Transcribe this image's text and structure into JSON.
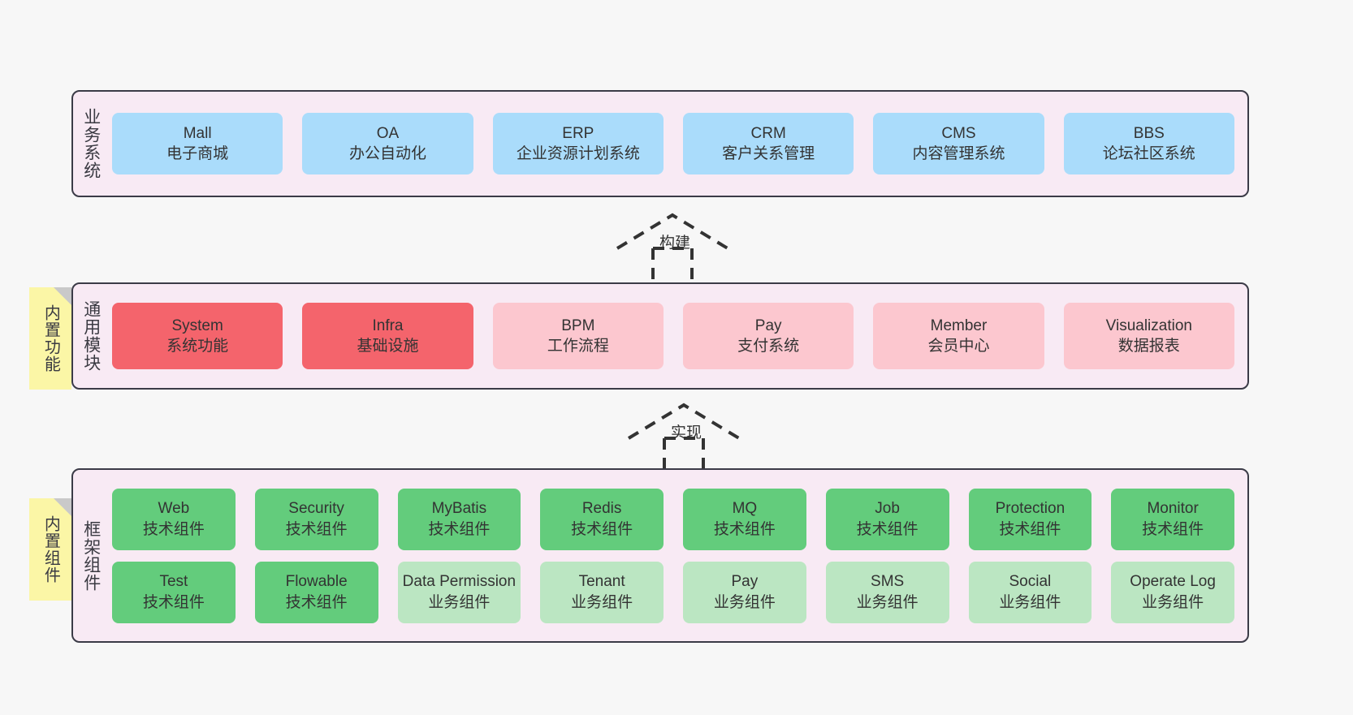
{
  "diagram": {
    "background": "#f7f7f7",
    "colors": {
      "band_fill": "#f8eaf4",
      "band_border": "#3b3b47",
      "business": "#aadcfb",
      "module_core": "#f4646c",
      "module_optional": "#fcc7cf",
      "tech_component": "#63cc7c",
      "biz_component": "#bbe6c2",
      "note": "#fbf6a6",
      "note_fold": "#c9c9c9"
    }
  },
  "layers": {
    "business": {
      "title": "业务系统",
      "items": [
        {
          "name": "Mall",
          "desc": "电子商城"
        },
        {
          "name": "OA",
          "desc": "办公自动化"
        },
        {
          "name": "ERP",
          "desc": "企业资源计划系统"
        },
        {
          "name": "CRM",
          "desc": "客户关系管理"
        },
        {
          "name": "CMS",
          "desc": "内容管理系统"
        },
        {
          "name": "BBS",
          "desc": "论坛社区系统"
        }
      ]
    },
    "modules": {
      "title": "通用模块",
      "note": "内置功能",
      "items": [
        {
          "name": "System",
          "desc": "系统功能",
          "kind": "core"
        },
        {
          "name": "Infra",
          "desc": "基础设施",
          "kind": "core"
        },
        {
          "name": "BPM",
          "desc": "工作流程",
          "kind": "optional"
        },
        {
          "name": "Pay",
          "desc": "支付系统",
          "kind": "optional"
        },
        {
          "name": "Member",
          "desc": "会员中心",
          "kind": "optional"
        },
        {
          "name": "Visualization",
          "desc": "数据报表",
          "kind": "optional"
        }
      ]
    },
    "framework": {
      "title": "框架组件",
      "note": "内置组件",
      "row1": [
        {
          "name": "Web",
          "desc": "技术组件",
          "kind": "tech"
        },
        {
          "name": "Security",
          "desc": "技术组件",
          "kind": "tech"
        },
        {
          "name": "MyBatis",
          "desc": "技术组件",
          "kind": "tech"
        },
        {
          "name": "Redis",
          "desc": "技术组件",
          "kind": "tech"
        },
        {
          "name": "MQ",
          "desc": "技术组件",
          "kind": "tech"
        },
        {
          "name": "Job",
          "desc": "技术组件",
          "kind": "tech"
        },
        {
          "name": "Protection",
          "desc": "技术组件",
          "kind": "tech"
        },
        {
          "name": "Monitor",
          "desc": "技术组件",
          "kind": "tech"
        }
      ],
      "row2": [
        {
          "name": "Test",
          "desc": "技术组件",
          "kind": "tech"
        },
        {
          "name": "Flowable",
          "desc": "技术组件",
          "kind": "tech"
        },
        {
          "name": "Data Permission",
          "desc": "业务组件",
          "kind": "biz"
        },
        {
          "name": "Tenant",
          "desc": "业务组件",
          "kind": "biz"
        },
        {
          "name": "Pay",
          "desc": "业务组件",
          "kind": "biz"
        },
        {
          "name": "SMS",
          "desc": "业务组件",
          "kind": "biz"
        },
        {
          "name": "Social",
          "desc": "业务组件",
          "kind": "biz"
        },
        {
          "name": "Operate Log",
          "desc": "业务组件",
          "kind": "biz"
        }
      ]
    }
  },
  "connectors": [
    {
      "label": "构建",
      "from": "modules",
      "to": "business"
    },
    {
      "label": "实现",
      "from": "framework",
      "to": "modules"
    }
  ]
}
